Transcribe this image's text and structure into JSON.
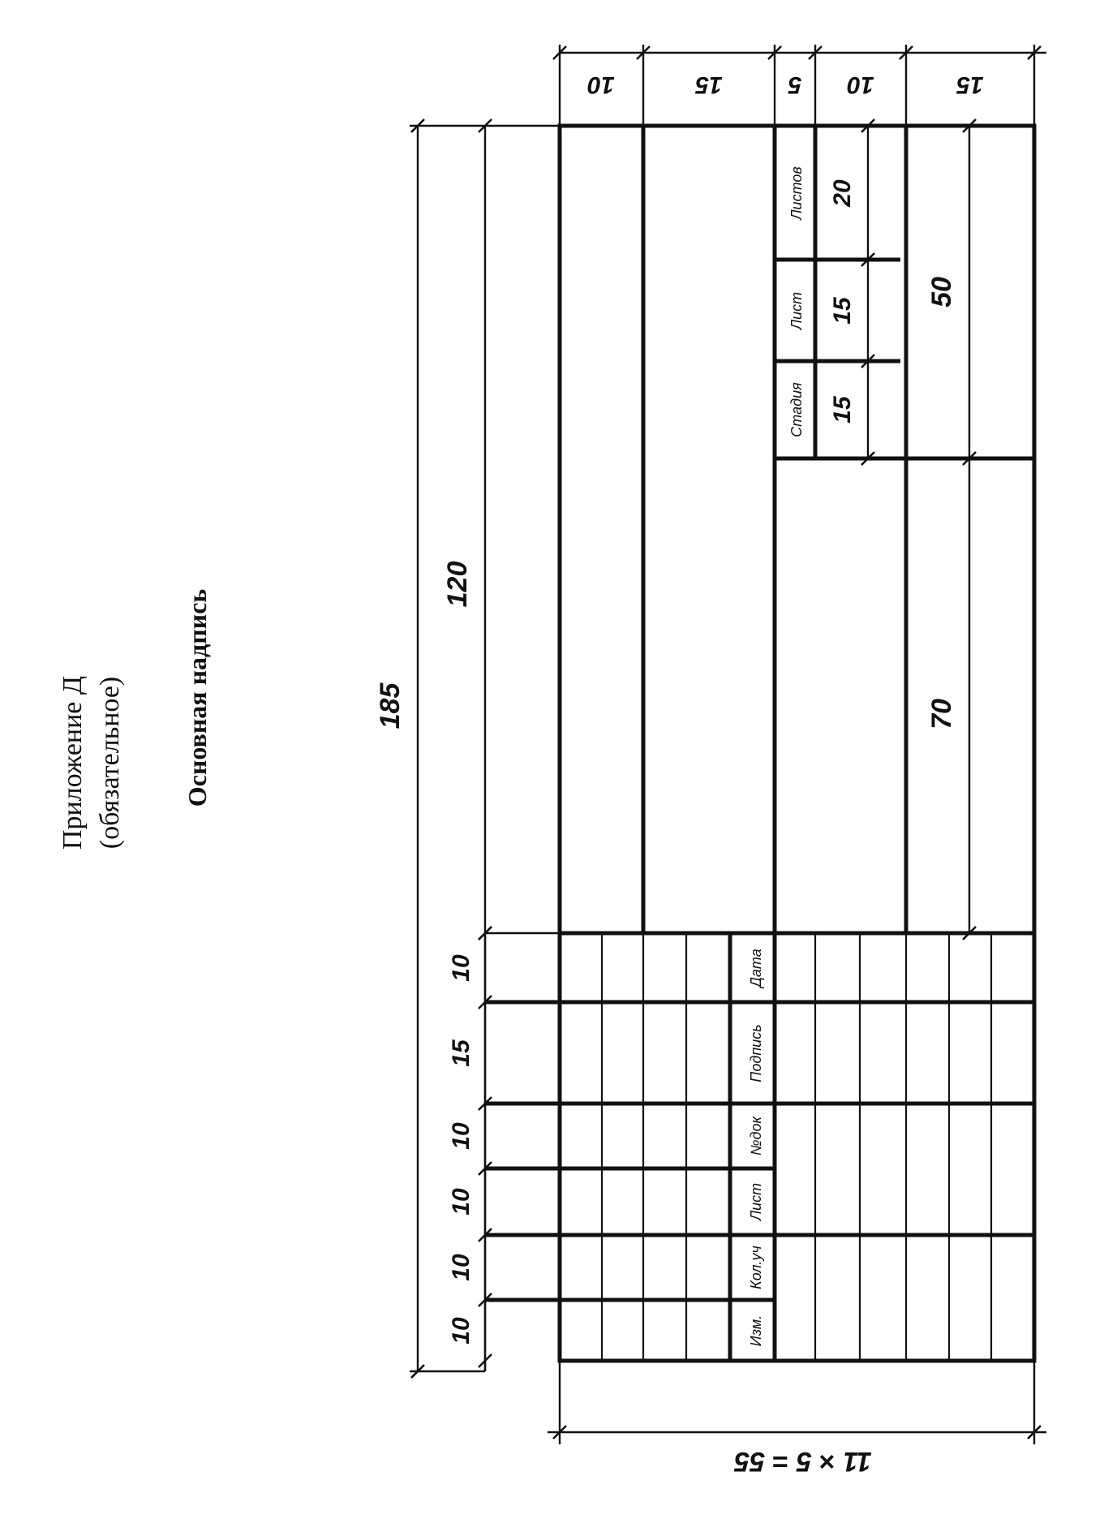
{
  "header": {
    "appendix": "Приложение Д",
    "type": "(обязательное)",
    "title": "Основная надпись"
  },
  "dimensions": {
    "total_width": "185",
    "field_width": "120",
    "block_50": "50",
    "block_70": "70",
    "rows_total": "11 × 5 = 55",
    "col_widths": [
      "10",
      "10",
      "10",
      "10",
      "15",
      "10"
    ],
    "top_heights": [
      "10",
      "15",
      "5",
      "10",
      "15"
    ],
    "stage_values": [
      "15",
      "15",
      "20"
    ]
  },
  "cells": {
    "left_labels": [
      "Изм.",
      "Кол.уч",
      "Лист",
      "№док",
      "Подпись",
      "Дата"
    ],
    "stage_labels": [
      "Стадия",
      "Лист",
      "Листов"
    ]
  }
}
